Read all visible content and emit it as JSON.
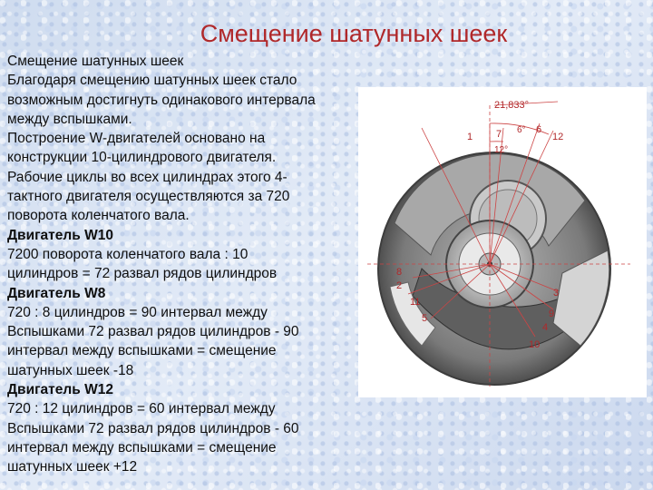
{
  "slide": {
    "title": "Смещение шатунных шеек"
  },
  "content": {
    "lines": [
      {
        "text": "Смещение шатунных шеек",
        "bold": false
      },
      {
        "text": "Благодаря смещению шатунных шеек стало",
        "bold": false
      },
      {
        "text": "возможным достигнуть одинакового интервала",
        "bold": false
      },
      {
        "text": "между вспышками.",
        "bold": false
      },
      {
        "text": "Построение W-двигателей основано на",
        "bold": false
      },
      {
        "text": "конструкции 10-цилиндрового двигателя.",
        "bold": false
      },
      {
        "text": "Рабочие циклы во всех цилиндрах этого 4-",
        "bold": false
      },
      {
        "text": "тактного двигателя осуществляются за 720",
        "bold": false
      },
      {
        "text": "поворота коленчатого вала.",
        "bold": false
      },
      {
        "text": "Двигатель W10",
        "bold": true
      },
      {
        "text": "7200 поворота коленчатого вала : 10",
        "bold": false
      },
      {
        "text": "цилиндров = 72 развал рядов цилиндров",
        "bold": false
      },
      {
        "text": "Двигатель W8",
        "bold": true
      },
      {
        "text": "720 : 8 цилиндров = 90 интервал между",
        "bold": false
      },
      {
        "text": "Вспышками 72 развал рядов цилиндров - 90",
        "bold": false
      },
      {
        "text": "интервал между вспышками = смещение",
        "bold": false
      },
      {
        "text": "шатунных шеек -18",
        "bold": false
      },
      {
        "text": "Двигатель W12",
        "bold": true
      },
      {
        "text": "720 : 12 цилиндров = 60 интервал между",
        "bold": false
      },
      {
        "text": "Вспышками 72 развал рядов цилиндров - 60",
        "bold": false
      },
      {
        "text": "интервал между вспышками = смещение",
        "bold": false
      },
      {
        "text": "шатунных шеек +12",
        "bold": false
      }
    ]
  },
  "figure": {
    "angle_label": "21,833°",
    "angle_small": "6°",
    "angle_twelve": "12°",
    "labels": [
      "1",
      "7",
      "6",
      "12",
      "8",
      "2",
      "11",
      "3",
      "9",
      "4",
      "5",
      "10"
    ],
    "colors": {
      "label": "#b0282a",
      "metal_dark": "#6f6f6f",
      "metal_mid": "#9a9a9a",
      "metal_light": "#cfcfcf"
    }
  }
}
